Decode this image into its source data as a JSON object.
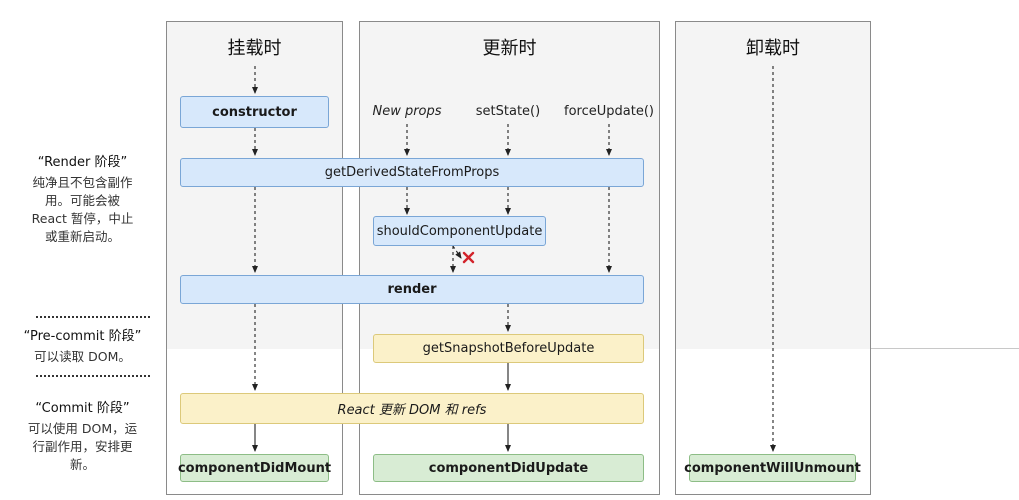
{
  "columns": {
    "mount": "挂载时",
    "update": "更新时",
    "unmount": "卸载时"
  },
  "triggers": {
    "new_props": "New props",
    "set_state": "setState()",
    "force_update": "forceUpdate()"
  },
  "boxes": {
    "constructor": "constructor",
    "get_derived_state": "getDerivedStateFromProps",
    "should_update": "shouldComponentUpdate",
    "render": "render",
    "get_snapshot": "getSnapshotBeforeUpdate",
    "react_update_dom": "React 更新 DOM 和 refs",
    "did_mount": "componentDidMount",
    "did_update": "componentDidUpdate",
    "will_unmount": "componentWillUnmount"
  },
  "phases": {
    "render": {
      "title": "“Render 阶段”",
      "desc": "纯净且不包含副作\n用。可能会被\nReact 暂停，中止\n或重新启动。"
    },
    "precommit": {
      "title": "“Pre-commit 阶段”",
      "desc": "可以读取 DOM。"
    },
    "commit": {
      "title": "“Commit 阶段”",
      "desc": "可以使用 DOM，运\n行副作用，安排更\n新。"
    }
  },
  "colors": {
    "blue_fill": "#d7e8fb",
    "yellow_fill": "#fbf1c9",
    "green_fill": "#d8ecd4",
    "x_mark": "#d2232a"
  }
}
